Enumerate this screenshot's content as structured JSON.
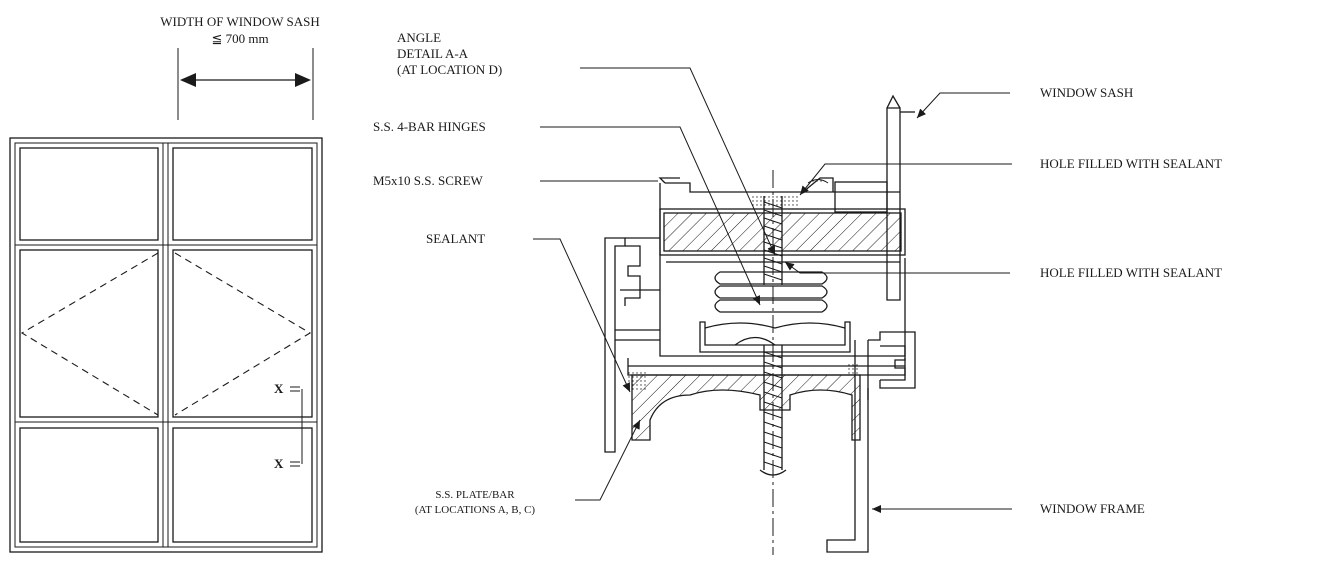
{
  "elevation": {
    "width_label": "WIDTH OF WINDOW SASH",
    "width_value": "≦ 700 mm",
    "section_mark_top": "X",
    "section_mark_bottom": "X"
  },
  "callouts": {
    "angle_line1": "ANGLE",
    "angle_line2": "DETAIL A-A",
    "angle_line3": "(AT LOCATION D)",
    "hinges": "S.S. 4-BAR HINGES",
    "screw": "M5x10 S.S. SCREW",
    "sealant": "SEALANT",
    "plate_line1": "S.S. PLATE/BAR",
    "plate_line2": "(AT LOCATIONS A, B, C)",
    "window_sash": "WINDOW SASH",
    "hole_sealant_top": "HOLE FILLED WITH SEALANT",
    "hole_sealant_mid": "HOLE FILLED WITH SEALANT",
    "window_frame": "WINDOW FRAME"
  }
}
